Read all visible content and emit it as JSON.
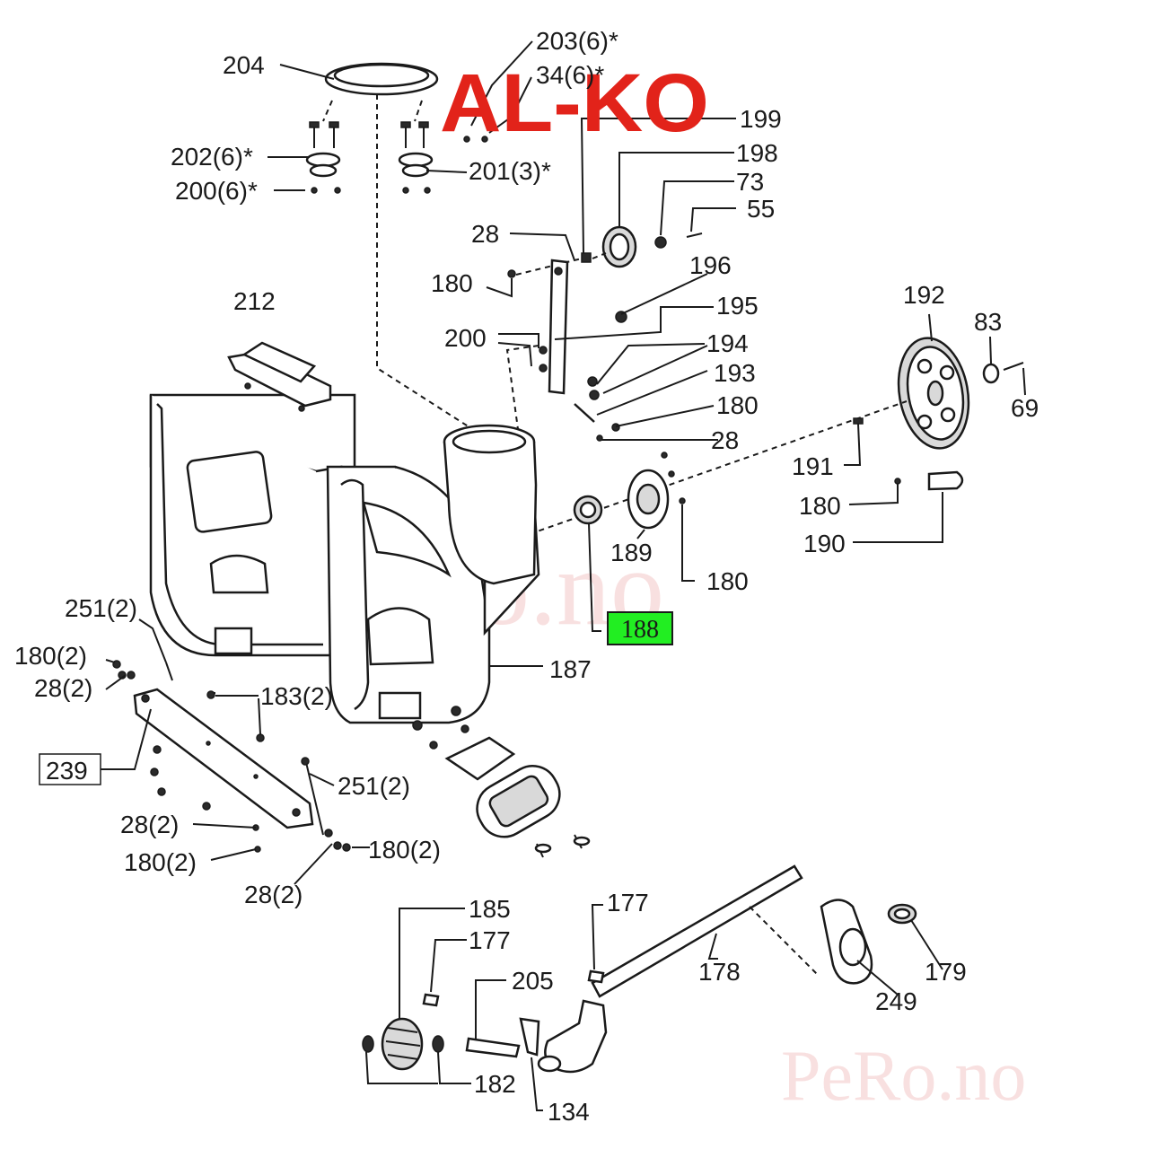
{
  "brand": {
    "logo_text": "AL-KO",
    "logo_color": "#e2231a"
  },
  "watermarks": [
    "PeRo.no",
    "PeRo.no"
  ],
  "highlight": {
    "label": "188",
    "color": "#22ee22"
  },
  "labels": {
    "l204": "204",
    "l203": "203(6)*",
    "l34": "34(6)*",
    "l199": "199",
    "l198": "198",
    "l73": "73",
    "l55": "55",
    "l202": "202(6)*",
    "l201": "201(3)*",
    "l200a": "200(6)*",
    "l28a": "28",
    "l180a": "180",
    "l196": "196",
    "l212": "212",
    "l195": "195",
    "l200b": "200",
    "l194": "194",
    "l193": "193",
    "l192": "192",
    "l83": "83",
    "l69": "69",
    "l180b": "180",
    "l28b": "28",
    "l191": "191",
    "l180c": "180",
    "l190": "190",
    "l189": "189",
    "l180d": "180",
    "l251a": "251(2)",
    "l180e": "180(2)",
    "l28c": "28(2)",
    "l187": "187",
    "l183": "183(2)",
    "l239": "239",
    "l251b": "251(2)",
    "l28d": "28(2)",
    "l180f": "180(2)",
    "l180g": "180(2)",
    "l28e": "28(2)",
    "l185": "185",
    "l177a": "177",
    "l177b": "177",
    "l205": "205",
    "l178": "178",
    "l249": "249",
    "l179": "179",
    "l182": "182",
    "l134": "134"
  }
}
